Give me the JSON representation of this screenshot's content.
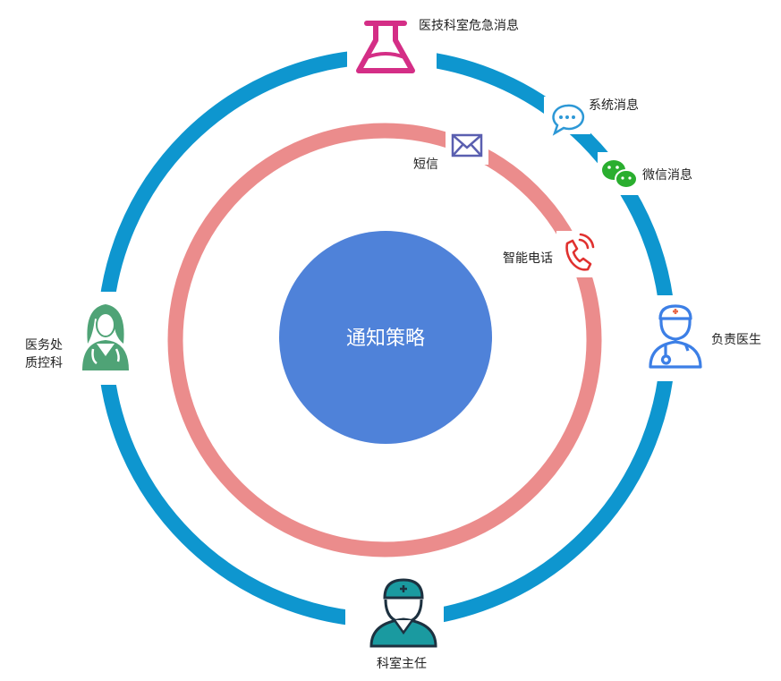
{
  "center": {
    "label": "通知策略",
    "color": "#4f82d9"
  },
  "rings": {
    "outer_color": "#0e96cf",
    "inner_color": "#eb8c8c"
  },
  "nodes": {
    "lab": {
      "label": "医技科室危急消息",
      "icon": "flask-icon",
      "color": "#d42e86"
    },
    "system": {
      "label": "系统消息",
      "icon": "chat-bubble-icon",
      "color": "#2d98d6"
    },
    "wechat": {
      "label": "微信消息",
      "icon": "wechat-icon",
      "color": "#2aae2f"
    },
    "sms": {
      "label": "短信",
      "icon": "envelope-icon",
      "color": "#5a5fb0"
    },
    "phone": {
      "label": "智能电话",
      "icon": "phone-icon",
      "color": "#e0312f"
    },
    "doctor": {
      "label": "负责医生",
      "icon": "doctor-icon",
      "color": "#3c7fe6"
    },
    "medical_affairs": {
      "label_line1": "医务处",
      "label_line2": "质控科",
      "icon": "female-doctor-icon",
      "color": "#4fa376"
    },
    "director": {
      "label": "科室主任",
      "icon": "surgeon-icon",
      "color": "#1a9aa0",
      "dark": "#1d3140"
    }
  }
}
